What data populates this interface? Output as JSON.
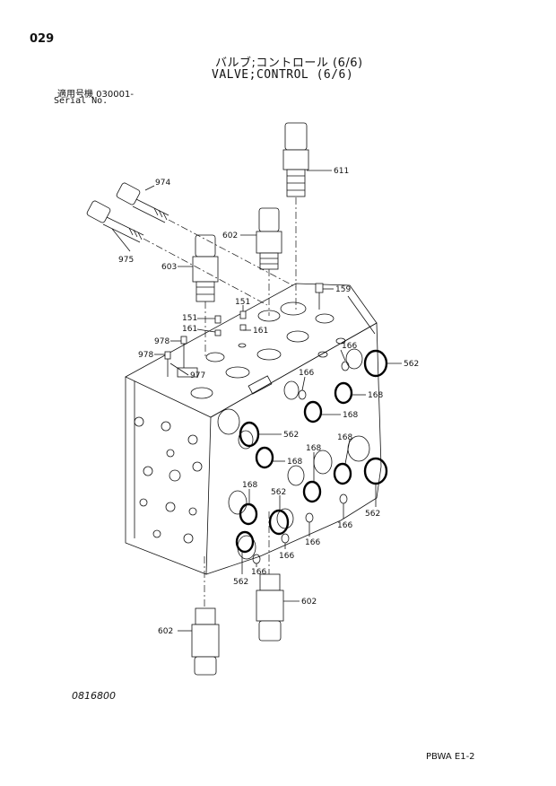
{
  "header": {
    "page_no": "029",
    "title_jp": "バルブ;コントロール (6/6)",
    "title_en": "VALVE;CONTROL (6/6)",
    "serial_label_jp": "適用号機 030001-",
    "serial_label_en": "Serial No."
  },
  "parts": {
    "p611": "611",
    "p974": "974",
    "p975": "975",
    "p602a": "602",
    "p603": "603",
    "p159": "159",
    "p151a": "151",
    "p151b": "151",
    "p161a": "161",
    "p161b": "161",
    "p978a": "978",
    "p978b": "978",
    "p977": "977",
    "p166a": "166",
    "p166b": "166",
    "p562a": "562",
    "p168a": "168",
    "p168b": "168",
    "p562b": "562",
    "p168c": "168",
    "p168d": "168",
    "p168e": "168",
    "p562c": "562",
    "p562d": "562",
    "p168f": "168",
    "p166c": "166",
    "p166d": "166",
    "p166e": "166",
    "p166f": "166",
    "p562e": "562",
    "p602b": "602",
    "p602c": "602"
  },
  "footer": {
    "figure_code": "0816800",
    "page_code": "PBWA E1-2"
  }
}
